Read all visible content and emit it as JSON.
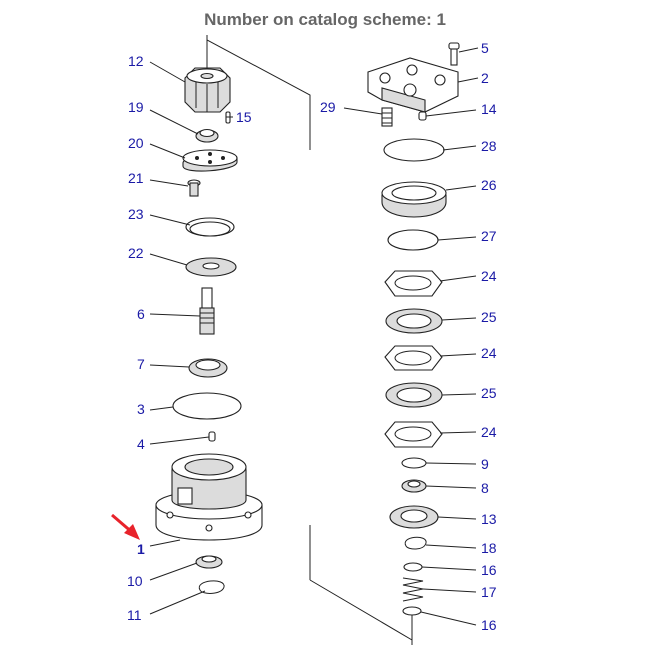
{
  "title": "Number on catalog scheme: 1",
  "colors": {
    "label": "#1a1aa6",
    "title": "#666666",
    "arrow": "#e8232b"
  },
  "labels": {
    "l12": "12",
    "l19": "19",
    "l15": "15",
    "l20": "20",
    "l21": "21",
    "l23": "23",
    "l22": "22",
    "l6": "6",
    "l7": "7",
    "l3": "3",
    "l4": "4",
    "l1": "1",
    "l10": "10",
    "l11": "11",
    "l5": "5",
    "l2": "2",
    "l29": "29",
    "l14": "14",
    "l28": "28",
    "l26": "26",
    "l27": "27",
    "l24a": "24",
    "l25a": "25",
    "l24b": "24",
    "l25b": "25",
    "l24c": "24",
    "l9": "9",
    "l8": "8",
    "l13": "13",
    "l18": "18",
    "l16a": "16",
    "l17": "17",
    "l16b": "16"
  }
}
